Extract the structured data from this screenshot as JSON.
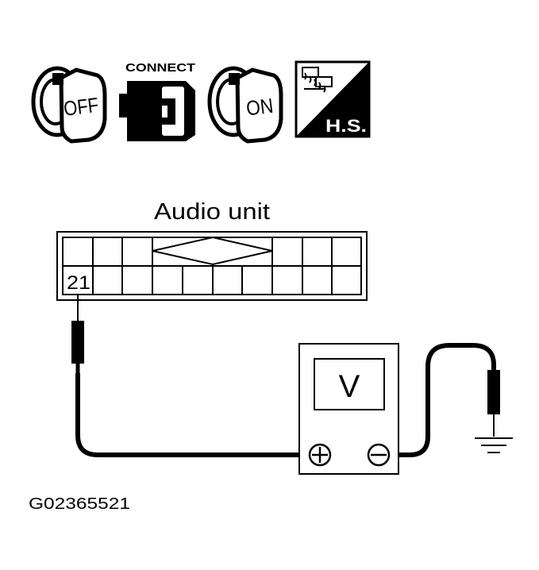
{
  "icons": {
    "ignition_off": "OFF",
    "connector": "CONNECT",
    "ignition_on": "ON",
    "harness_side": "H.S."
  },
  "connector_unit": {
    "label": "Audio unit",
    "terminal": "21"
  },
  "voltmeter": {
    "display": "V",
    "positive": "+",
    "negative": "−"
  },
  "figure_id": "G02365521"
}
